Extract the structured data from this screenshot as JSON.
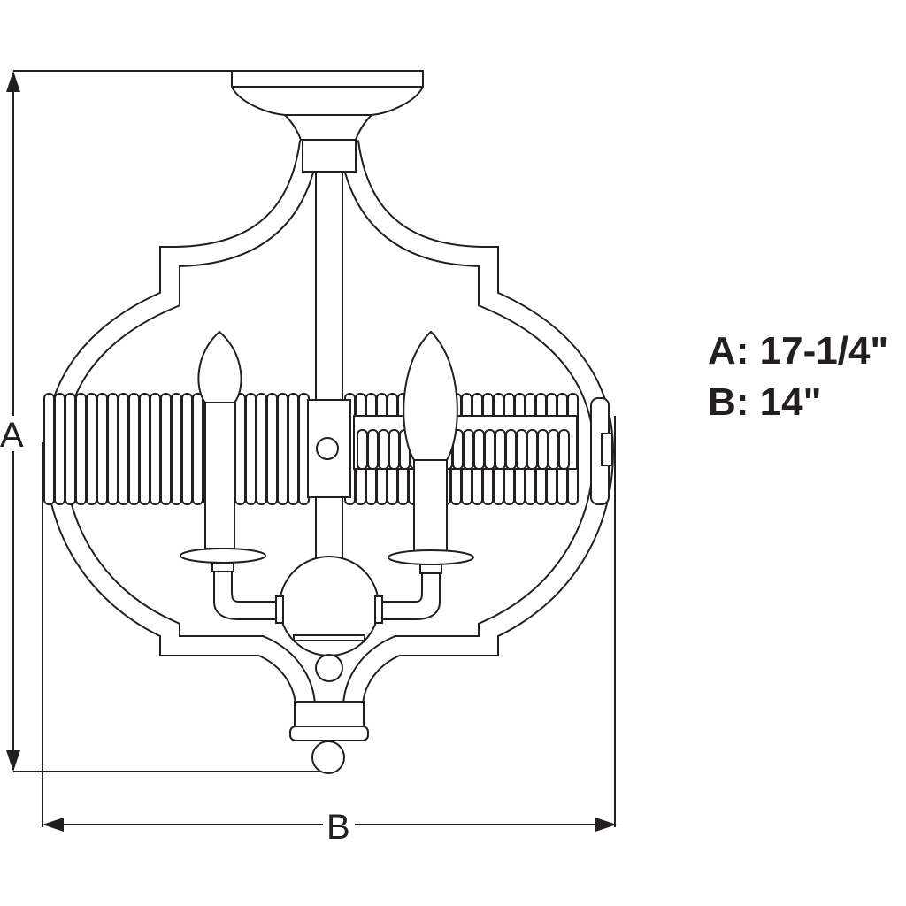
{
  "labels": {
    "a": "A",
    "b": "B"
  },
  "specs": [
    {
      "label": "A: 17-1/4\""
    },
    {
      "label": "B: 14\""
    }
  ],
  "colors": {
    "line": "#231f20",
    "background": "#ffffff"
  }
}
